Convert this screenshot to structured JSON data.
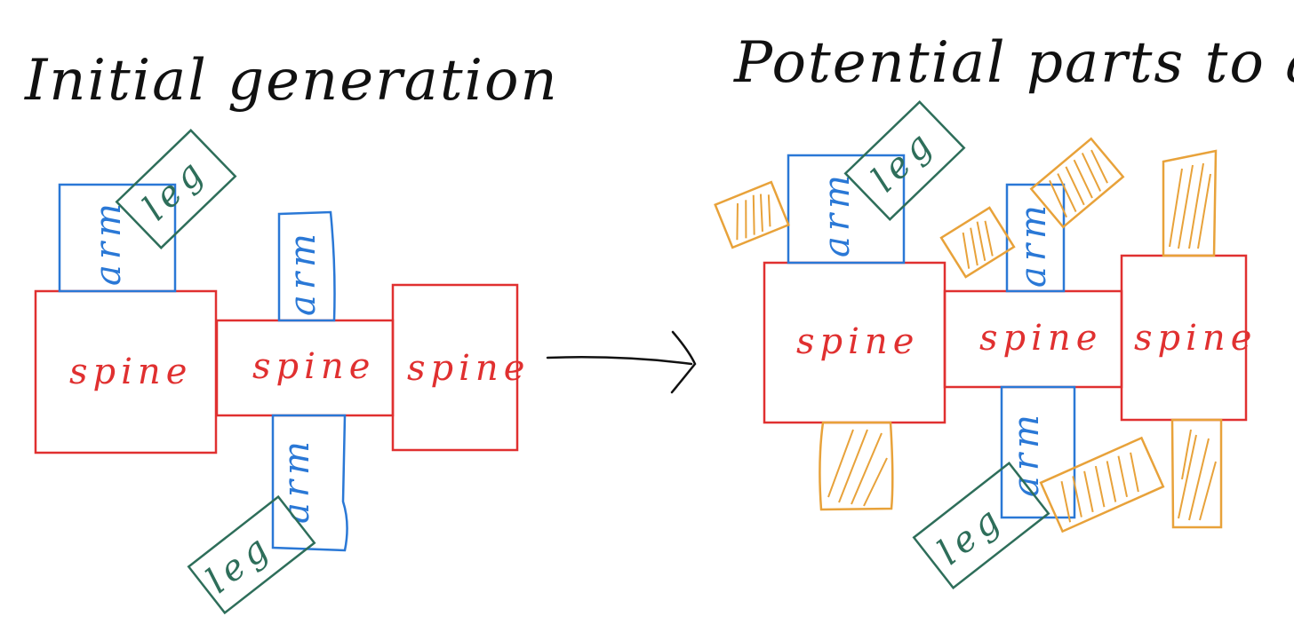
{
  "titles": {
    "left": "Initial generation",
    "right": "Potential parts to add"
  },
  "labels": {
    "spine": "spine",
    "arm": "arm",
    "leg": "leg"
  },
  "colors": {
    "spine": "#e03030",
    "arm": "#2a78d6",
    "leg": "#2e6e5a",
    "potential": "#e8a23a",
    "ink": "#111111"
  }
}
